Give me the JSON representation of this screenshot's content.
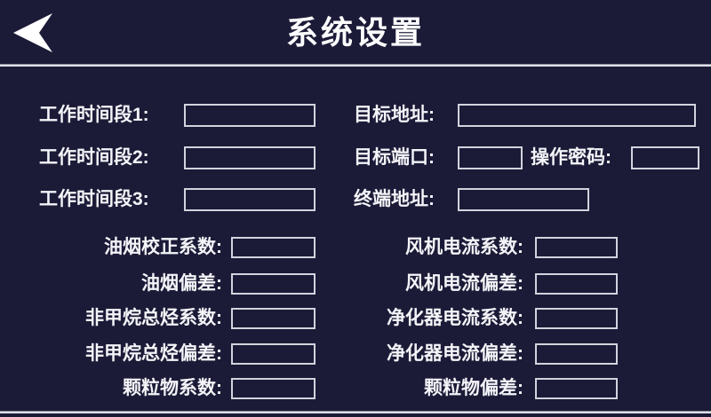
{
  "header": {
    "title": "系统设置"
  },
  "icons": {
    "back": "back-arrow"
  },
  "colors": {
    "background": "#1b1b38",
    "text": "#ffffff",
    "input_border": "#d3d3de",
    "divider": "#dfdfe9"
  },
  "fields": {
    "top_left": [
      {
        "label": "工作时间段1:",
        "value": ""
      },
      {
        "label": "工作时间段2:",
        "value": ""
      },
      {
        "label": "工作时间段3:",
        "value": ""
      }
    ],
    "top_right": {
      "target_address": {
        "label": "目标地址:",
        "value": ""
      },
      "target_port": {
        "label": "目标端口:",
        "value": ""
      },
      "operation_password": {
        "label": "操作密码:",
        "value": ""
      },
      "terminal_address": {
        "label": "终端地址:",
        "value": ""
      }
    },
    "bottom_left": [
      {
        "label": "油烟校正系数:",
        "value": ""
      },
      {
        "label": "油烟偏差:",
        "value": ""
      },
      {
        "label": "非甲烷总烃系数:",
        "value": ""
      },
      {
        "label": "非甲烷总烃偏差:",
        "value": ""
      },
      {
        "label": "颗粒物系数:",
        "value": ""
      }
    ],
    "bottom_right": [
      {
        "label": "风机电流系数:",
        "value": ""
      },
      {
        "label": "风机电流偏差:",
        "value": ""
      },
      {
        "label": "净化器电流系数:",
        "value": ""
      },
      {
        "label": "净化器电流偏差:",
        "value": ""
      },
      {
        "label": "颗粒物偏差:",
        "value": ""
      }
    ]
  }
}
